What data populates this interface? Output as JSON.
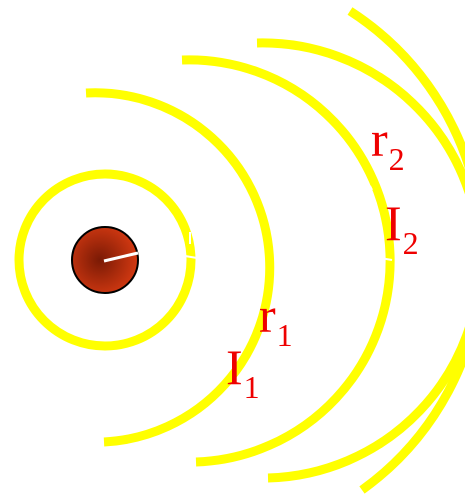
{
  "colors": {
    "wavefront": "#ffff00",
    "source_fill": "#d63a12",
    "source_center": "#7a1a05",
    "source_outline": "#000000",
    "ray": "#ffffff",
    "label": "#ee0000"
  },
  "labels": {
    "r1": {
      "main": "r",
      "sub": "1"
    },
    "i1": {
      "main": "I",
      "sub": "1"
    },
    "r2": {
      "main": "r",
      "sub": "2"
    },
    "i2": {
      "main": "I",
      "sub": "2"
    }
  }
}
